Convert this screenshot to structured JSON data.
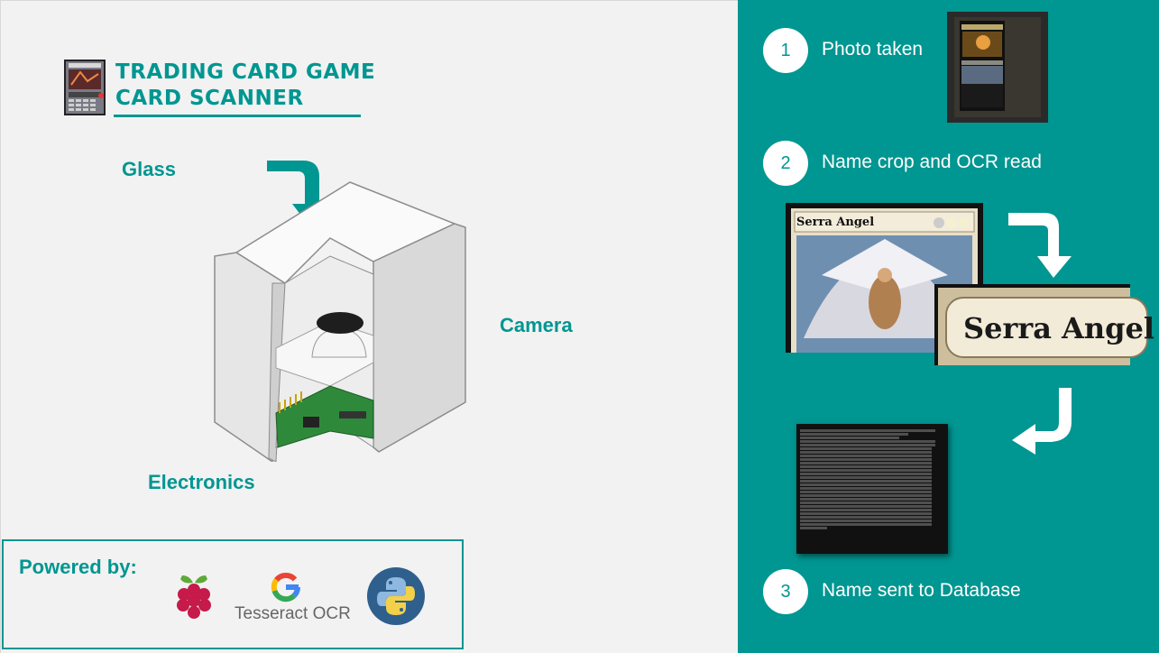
{
  "title": {
    "line1": "TRADING CARD GAME",
    "line2": "CARD SCANNER"
  },
  "labels": {
    "glass": "Glass",
    "camera": "Camera",
    "electronics": "Electronics"
  },
  "powered": {
    "label": "Powered by:",
    "tesseract": "Tesseract OCR",
    "logos": [
      "raspberry-pi-icon",
      "google-icon",
      "python-icon"
    ]
  },
  "steps": [
    {
      "num": "1",
      "text": "Photo taken"
    },
    {
      "num": "2",
      "text": "Name crop and OCR read"
    },
    {
      "num": "3",
      "text": "Name sent to Database"
    }
  ],
  "card": {
    "name": "Serra Angel",
    "crop_text": "Serra Angel"
  },
  "colors": {
    "teal": "#009691",
    "background": "#f2f2f2"
  }
}
